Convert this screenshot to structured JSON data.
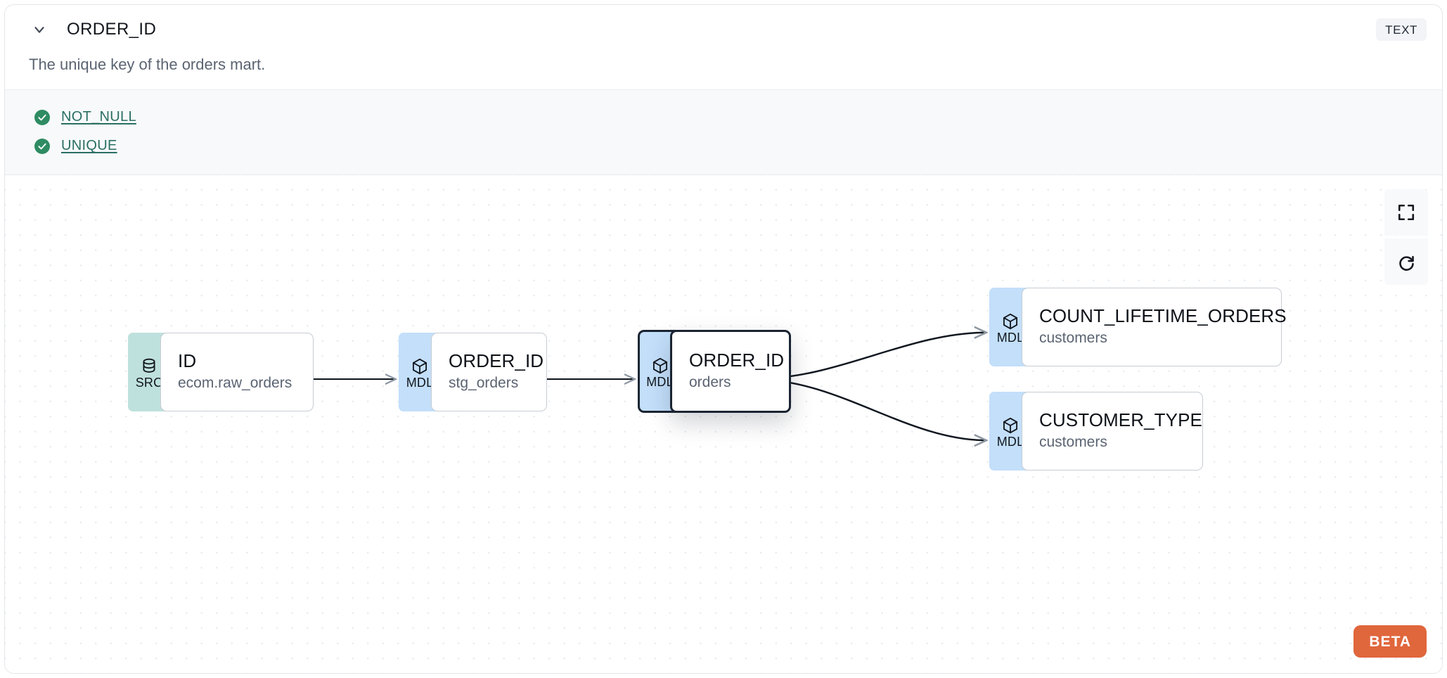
{
  "header": {
    "collapse_icon": "chevron-down-icon",
    "title": "ORDER_ID",
    "type_badge": "TEXT"
  },
  "description": "The unique key of the orders mart.",
  "tests": {
    "items": [
      {
        "status_icon": "check-circle-icon",
        "label": "NOT_NULL"
      },
      {
        "status_icon": "check-circle-icon",
        "label": "UNIQUE"
      }
    ]
  },
  "lineage": {
    "nodes": [
      {
        "id": "src",
        "kind": "SRC",
        "kind_icon": "database-icon",
        "name": "ID",
        "source": "ecom.raw_orders",
        "selected": false
      },
      {
        "id": "stg",
        "kind": "MDL",
        "kind_icon": "cube-icon",
        "name": "ORDER_ID",
        "source": "stg_orders",
        "selected": false
      },
      {
        "id": "orders",
        "kind": "MDL",
        "kind_icon": "cube-icon",
        "name": "ORDER_ID",
        "source": "orders",
        "selected": true
      },
      {
        "id": "count",
        "kind": "MDL",
        "kind_icon": "cube-icon",
        "name": "COUNT_LIFETIME_ORDERS",
        "source": "customers",
        "selected": false
      },
      {
        "id": "ctype",
        "kind": "MDL",
        "kind_icon": "cube-icon",
        "name": "CUSTOMER_TYPE",
        "source": "customers",
        "selected": false
      }
    ],
    "edges": [
      {
        "from": "src",
        "to": "stg"
      },
      {
        "from": "stg",
        "to": "orders"
      },
      {
        "from": "orders",
        "to": "count"
      },
      {
        "from": "orders",
        "to": "ctype"
      }
    ],
    "controls": [
      {
        "name": "fit-view-button",
        "icon": "fit-view-icon"
      },
      {
        "name": "refresh-button",
        "icon": "refresh-icon"
      }
    ],
    "beta_label": "BETA"
  },
  "colors": {
    "src_badge": "#bfe1dd",
    "mdl_badge": "#c3dffa",
    "test_pass": "#2e8b62",
    "test_link": "#2a6f63",
    "beta": "#e0663c",
    "selected_border": "#1b2432",
    "edge": "#111820"
  }
}
